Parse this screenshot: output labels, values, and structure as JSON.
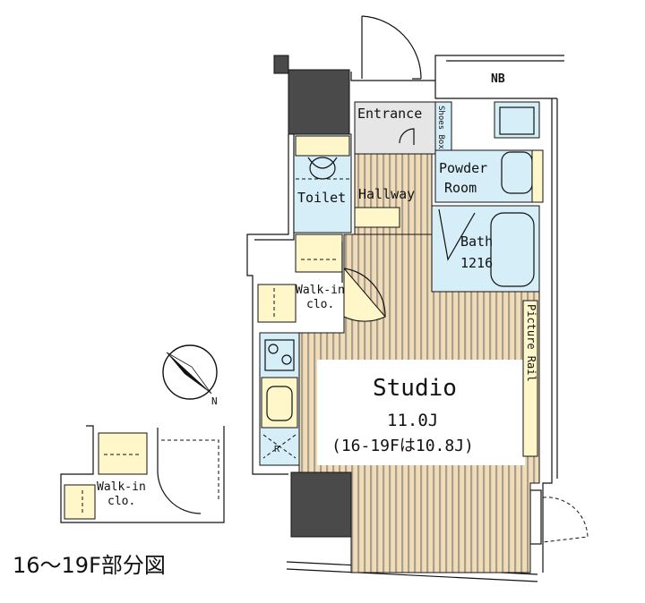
{
  "plan": {
    "labels": {
      "nb": "NB",
      "entrance": "Entrance",
      "shoes_box": "Shoes Box",
      "powder_room": [
        "Powder",
        "Room"
      ],
      "toilet": "Toilet",
      "hallway": "Hallway",
      "bath": [
        "Bath",
        "1216"
      ],
      "walk_in": [
        "Walk-in",
        "clo."
      ],
      "picture_rail": "Picture Rail",
      "studio": "Studio",
      "area": "11.0J",
      "area_note": "(16-19Fは10.8J)",
      "r_mark": "R",
      "compass_n": "N",
      "inset_walk_in": [
        "Walk-in",
        "clo."
      ],
      "inset_caption": "16～19F部分図"
    },
    "colors": {
      "studio_floor": "#f2dcb8",
      "floor_stripe": "#9a9a9a",
      "wet_area": "#d6eef7",
      "storage": "#fff6c9",
      "wall_fill": "#4a4a4a"
    }
  }
}
